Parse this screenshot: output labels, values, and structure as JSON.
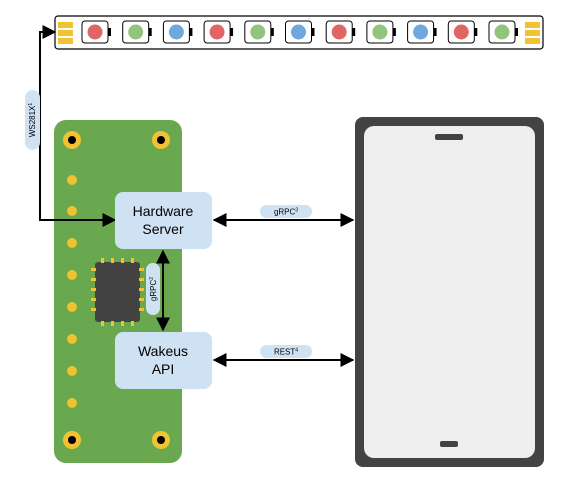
{
  "labels": {
    "hardware_server_line1": "Hardware",
    "hardware_server_line2": "Server",
    "wakeus_api_line1": "Wakeus",
    "wakeus_api_line2": "API",
    "ws281x": "WS281X",
    "ws281x_sup": "1",
    "grpc_internal": "gRPC",
    "grpc_internal_sup": "2",
    "grpc_phone": "gRPC",
    "grpc_phone_sup": "3",
    "rest_phone": "REST",
    "rest_phone_sup": "4"
  },
  "led_strip": {
    "leds": [
      "red",
      "green",
      "blue",
      "red",
      "green",
      "blue",
      "red",
      "green",
      "blue",
      "red",
      "green"
    ]
  },
  "colors": {
    "board": "#6aa84f",
    "board_hole": "#f1c232",
    "box_fill": "#cfe2f3",
    "chip": "#434343",
    "phone_frame": "#434343",
    "phone_screen": "#efefef",
    "led_red": "#e06666",
    "led_green": "#93c47d",
    "led_blue": "#6fa8dc",
    "strip_pad": "#f1c232"
  }
}
